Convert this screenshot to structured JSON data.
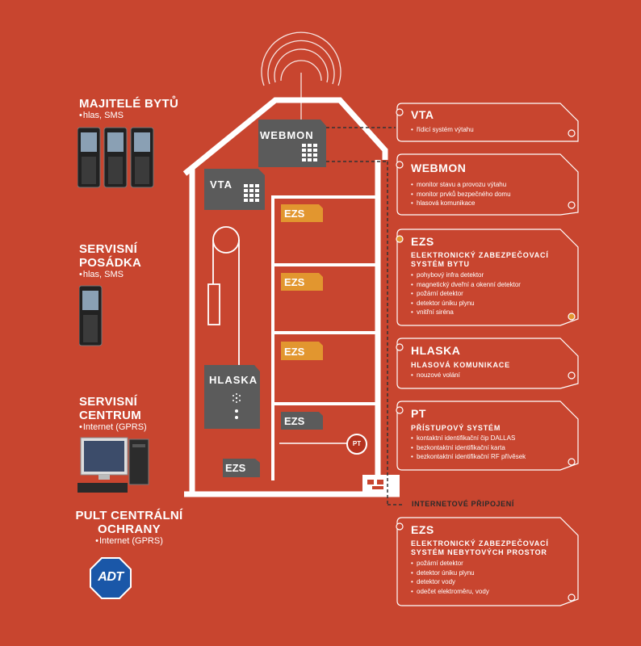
{
  "colors": {
    "background": "#c8452f",
    "panel": "#5b5b5b",
    "accent": "#e2962f",
    "line": "#ffffff"
  },
  "left": [
    {
      "title_lines": [
        "MAJITELÉ BYTŮ"
      ],
      "sub": "hlas, SMS"
    },
    {
      "title_lines": [
        "SERVISNÍ",
        "POSÁDKA"
      ],
      "sub": "hlas, SMS"
    },
    {
      "title_lines": [
        "SERVISNÍ",
        "CENTRUM"
      ],
      "sub": "Internet (GPRS)"
    },
    {
      "title_lines": [
        "PULT CENTRÁLNÍ",
        "OCHRANY"
      ],
      "sub": "Internet (GPRS)"
    }
  ],
  "adt_label": "ADT",
  "house": {
    "webmon": "WEBMON",
    "vta": "VTA",
    "hlaska": "HLASKA",
    "ezs_floor": [
      "EZS",
      "EZS",
      "EZS"
    ],
    "ezs_grey": "EZS",
    "ezs_bottom": "EZS",
    "pt": "PT"
  },
  "internet_label": "INTERNETOVÉ PŘIPOJENÍ",
  "panels": [
    {
      "title": "VTA",
      "sub_lines": [],
      "items": [
        "řídicí systém výtahu"
      ]
    },
    {
      "title": "WEBMON",
      "sub_lines": [],
      "items": [
        "monitor stavu a provozu výtahu",
        "monitor prvků bezpečného domu",
        "hlasová komunikace"
      ]
    },
    {
      "title": "EZS",
      "sub_lines": [
        "ELEKTRONICKÝ ZABEZPEČOVACÍ",
        "SYSTÉM BYTU"
      ],
      "items": [
        "pohybový infra detektor",
        "magnetický dveřní a okenní detektor",
        "požární detektor",
        "detektor úniku plynu",
        "vnitřní siréna"
      ]
    },
    {
      "title": "HLASKA",
      "sub_lines": [
        "HLASOVÁ KOMUNIKACE"
      ],
      "items": [
        "nouzové volání"
      ]
    },
    {
      "title": "PT",
      "sub_lines": [
        "PŘÍSTUPOVÝ SYSTÉM"
      ],
      "items": [
        "kontaktní identifikační čip DALLAS",
        "bezkontaktní identifikační karta",
        "bezkontaktní identifikační RF přívěsek"
      ]
    },
    {
      "title": "EZS",
      "sub_lines": [
        "ELEKTRONICKÝ ZABEZPEČOVACÍ",
        "SYSTÉM NEBYTOVÝCH PROSTOR"
      ],
      "items": [
        "požární detektor",
        "detektor úniku plynu",
        "detektor vody",
        "odečet elektroměru, vody"
      ]
    }
  ]
}
